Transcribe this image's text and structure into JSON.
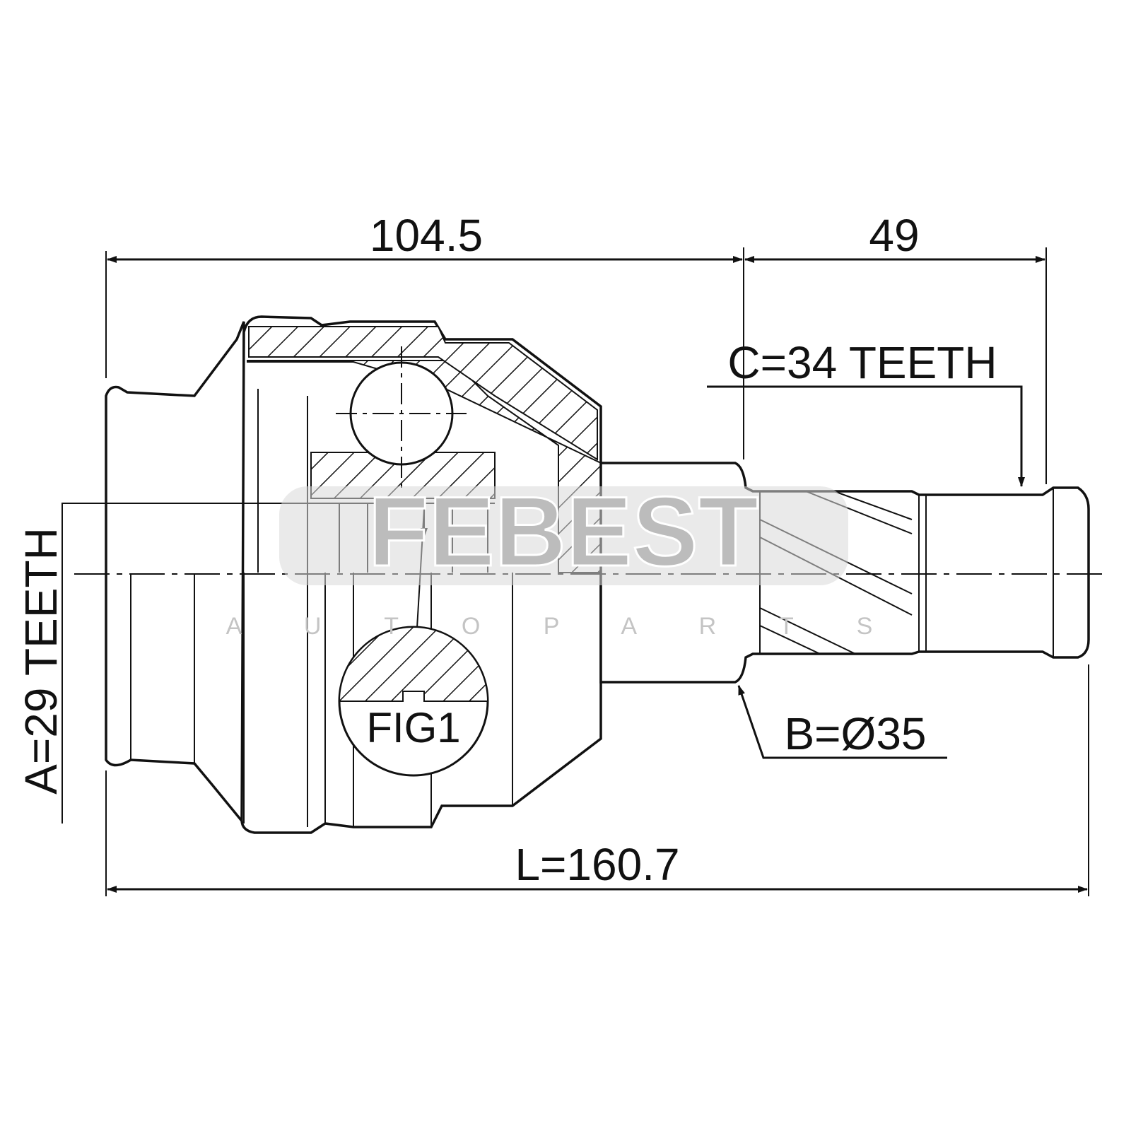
{
  "dimensions": {
    "top_left": "104.5",
    "top_right": "49",
    "overall_length": "L=160.7",
    "spline_a": "A=29 TEETH",
    "diameter_b": "B=Ø35",
    "spline_c": "C=34 TEETH"
  },
  "figure_label": "FIG1",
  "watermark": {
    "brand": "FEBEST",
    "tagline": "A U T O   P A R T S"
  }
}
